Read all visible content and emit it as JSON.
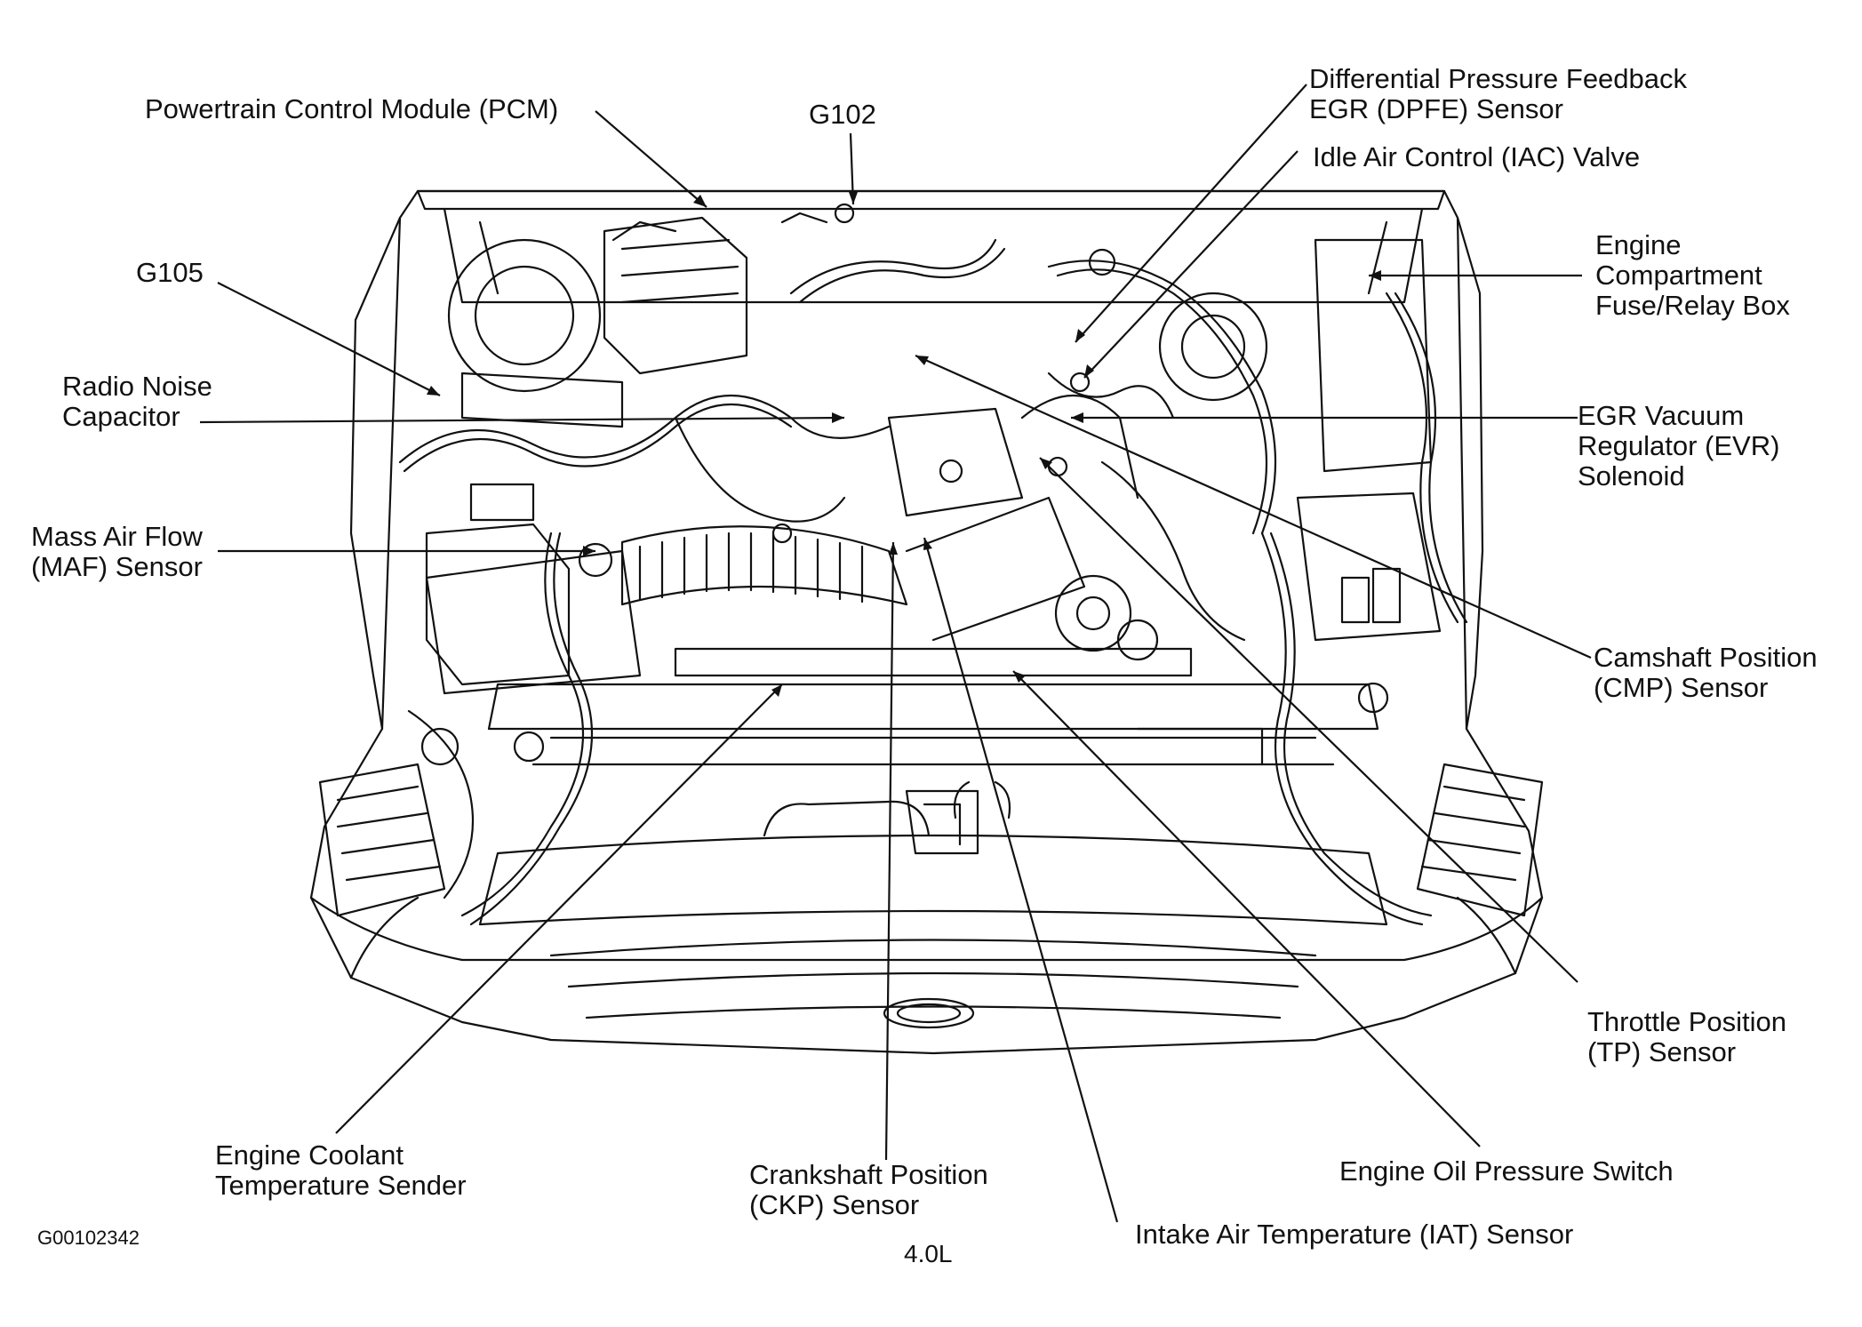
{
  "labels": {
    "pcm": "Powertrain Control Module (PCM)",
    "g102": "G102",
    "dpfe": "Differential Pressure Feedback\nEGR (DPFE) Sensor",
    "iac": "Idle Air Control (IAC) Valve",
    "fuse_box": "Engine\nCompartment\nFuse/Relay Box",
    "g105": "G105",
    "radio_noise": "Radio Noise\nCapacitor",
    "evr": "EGR Vacuum\nRegulator (EVR)\nSolenoid",
    "maf": "Mass Air Flow\n(MAF) Sensor",
    "cmp": "Camshaft Position\n(CMP) Sensor",
    "tp": "Throttle Position\n(TP) Sensor",
    "ect": "Engine Coolant\nTemperature Sender",
    "ckp": "Crankshaft Position\n(CKP) Sensor",
    "oil_switch": "Engine Oil Pressure Switch",
    "iat": "Intake Air Temperature (IAT) Sensor"
  },
  "figure_id": "G00102342",
  "engine_size": "4.0L"
}
